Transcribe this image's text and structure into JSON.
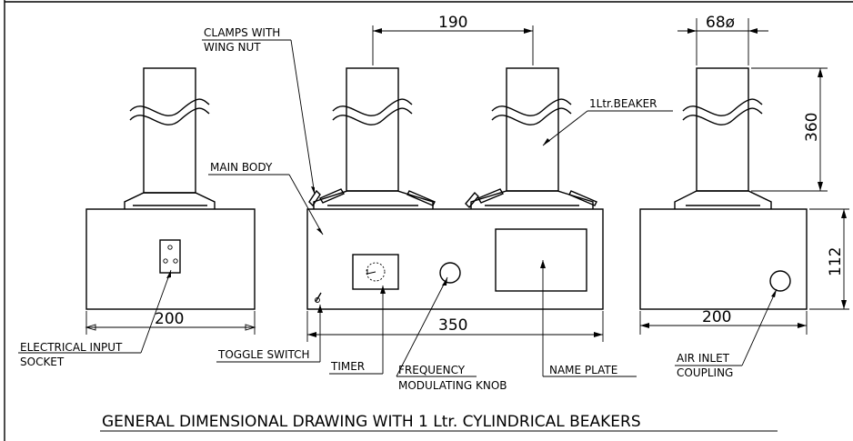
{
  "labels": {
    "clamps_line1": "CLAMPS WITH",
    "clamps_line2": "WING NUT",
    "beaker": "1Ltr.BEAKER",
    "main_body": "MAIN BODY",
    "electrical_line1": "ELECTRICAL INPUT",
    "electrical_line2": "SOCKET",
    "toggle_switch": "TOGGLE SWITCH",
    "timer": "TIMER",
    "frequency_line1": "FREQUENCY",
    "frequency_line2": "MODULATING KNOB",
    "name_plate": "NAME PLATE",
    "air_inlet_line1": "AIR INLET",
    "air_inlet_line2": "COUPLING"
  },
  "dimensions": {
    "spacing": "190",
    "diameter": "68ø",
    "beaker_height": "360",
    "body_height": "112",
    "left_width": "200",
    "center_width": "350",
    "right_width": "200"
  },
  "title": "GENERAL DIMENSIONAL DRAWING WITH 1 Ltr. CYLINDRICAL BEAKERS"
}
